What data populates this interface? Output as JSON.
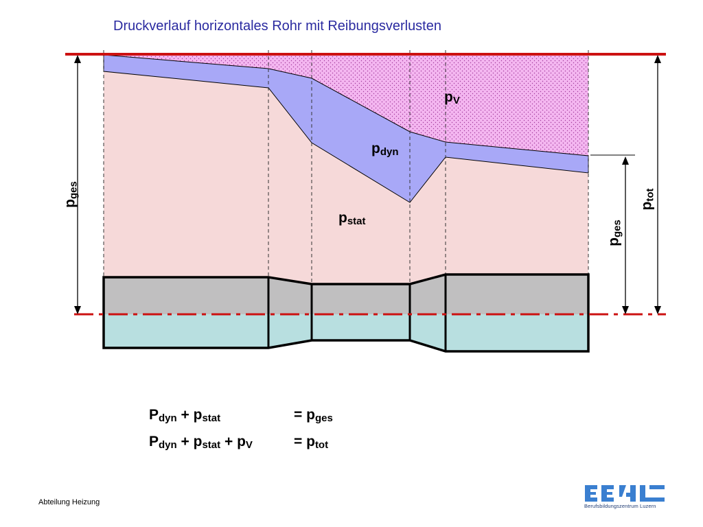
{
  "title": "Druckverlauf horizontales Rohr mit Reibungsverlusten",
  "regions": {
    "pv": {
      "main": "p",
      "sub": "V"
    },
    "pdyn": {
      "main": "p",
      "sub": "dyn"
    },
    "pstat": {
      "main": "p",
      "sub": "stat"
    }
  },
  "dimensions": {
    "left": {
      "main": "p",
      "sub": "ges"
    },
    "right_inner": {
      "main": "p",
      "sub": "ges"
    },
    "right_outer": {
      "main": "p",
      "sub": "tot"
    }
  },
  "equations": [
    {
      "lhs_p1": "P",
      "lhs_s1": "dyn",
      "plus1": " + ",
      "lhs_p2": "p",
      "lhs_s2": "stat",
      "plus2": "",
      "lhs_p3": "",
      "lhs_s3": "",
      "eq": "= ",
      "rhs_p": "p",
      "rhs_s": "ges"
    },
    {
      "lhs_p1": "P",
      "lhs_s1": "dyn",
      "plus1": " + ",
      "lhs_p2": "p",
      "lhs_s2": "stat",
      "plus2": " + ",
      "lhs_p3": "p",
      "lhs_s3": "V",
      "eq": "= ",
      "rhs_p": "p",
      "rhs_s": "tot"
    }
  ],
  "footer": {
    "department": "Abteilung Heizung"
  },
  "logo": {
    "mark": "BBZL",
    "caption": "Berufsbildungszentrum Luzern"
  },
  "colors": {
    "title": "#2a2aa0",
    "pv_fill": "#f4b6f0",
    "pdyn_fill": "#a8a8f7",
    "pstat_fill": "#f6d9d9",
    "pipe_top": "#c0bfc0",
    "pipe_bottom": "#b8dfe0",
    "reference_line": "#cc1111"
  }
}
